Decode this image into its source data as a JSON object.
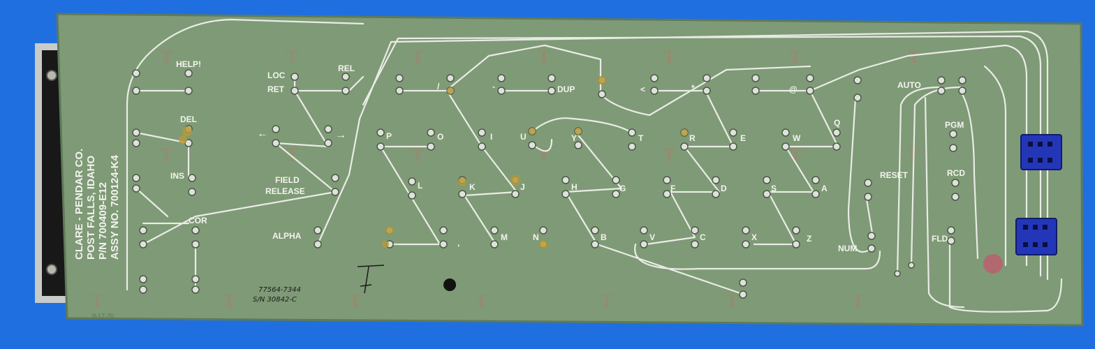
{
  "colors": {
    "background": "#1f6fe0",
    "board": "#7f9a76",
    "trace": "#e9ece6",
    "silkscreen": "#f2f4ee",
    "connector": "#2436b8"
  },
  "board": {
    "maker_lines": [
      "CLARE - PENDAR CO.",
      "POST FALLS, IDAHO",
      "P/N   700409-E12",
      "ASSY NO. 700124-K4"
    ],
    "handwritten": [
      "77564-7344",
      "S/N 30842-C"
    ],
    "date_stamp": "9-17-70"
  },
  "key_labels": {
    "help": "HELP!",
    "del": "DEL",
    "ins": "INS",
    "cor": "COR",
    "loc": "LOC",
    "ret": "RET",
    "rel": "REL",
    "field_release_1": "FIELD",
    "field_release_2": "RELEASE",
    "alpha": "ALPHA",
    "dup": "DUP",
    "auto": "AUTO",
    "pgm": "PGM",
    "rcd": "RCD",
    "fld": "FLD",
    "reset": "RESET",
    "num": "NUM",
    "p": "P",
    "o1": "O",
    "i": "I",
    "u": "U",
    "y": "Y",
    "t": "T",
    "r": "R",
    "e": "E",
    "w": "W",
    "q": "Q",
    "l": "L",
    "k": "K",
    "j": "J",
    "h": "H",
    "g": "G",
    "f": "F",
    "d": "D",
    "s": "S",
    "a": "A",
    "m": "M",
    "n": "N",
    "b": "B",
    "v": "V",
    "c": "C",
    "x": "X",
    "z": "Z",
    "comma": ",",
    "slash": "/",
    "dash": "-",
    "lt": "<",
    "star": "*",
    "at": "@",
    "arrow_left": "←",
    "arrow_right": "→"
  }
}
